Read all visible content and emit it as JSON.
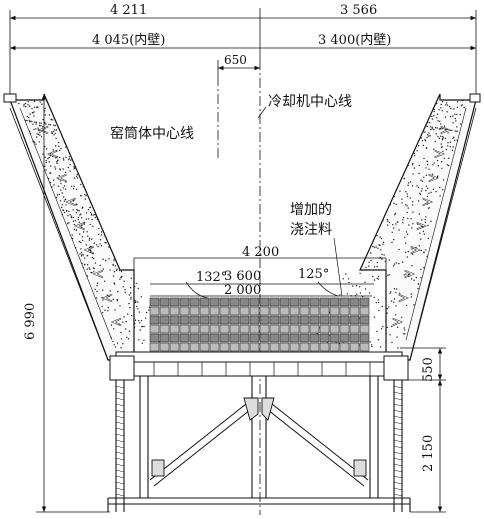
{
  "dimensions": {
    "top_left_total": "4 211",
    "top_right_total": "3 566",
    "inner_left": "4 045(内壁)",
    "inner_right": "3 400(内壁)",
    "offset": "650",
    "height_total": "6 990",
    "height_upper": "550",
    "height_lower": "2 150",
    "width_4200": "4 200",
    "width_3600": "3 600",
    "width_2000": "2 000"
  },
  "angles": {
    "left": "132°",
    "right": "125°"
  },
  "labels": {
    "kiln_centerline": "窑筒体中心线",
    "cooler_centerline": "冷却机中心线",
    "added_castable_line1": "增加的",
    "added_castable_line2": "浇注料"
  }
}
